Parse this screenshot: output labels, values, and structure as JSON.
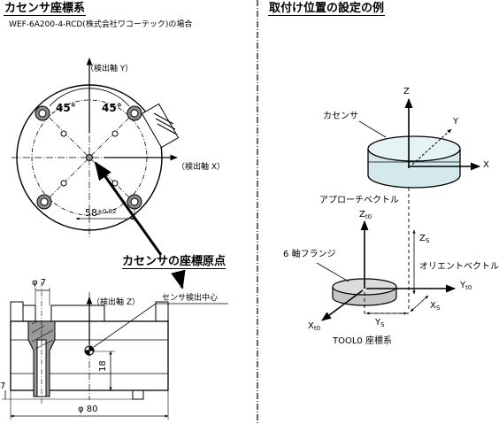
{
  "left": {
    "heading": "カセンサ座標系",
    "subtitle": "WEF-6A200-4-RCD(株式会社ワコーテック)の場合",
    "axis_y_label": "（検出軸 Y）",
    "axis_x_label": "（検出軸 X）",
    "axis_z_label": "（検出軸 Z）",
    "angle_left": "45°",
    "angle_right": "45°",
    "dim_58_value": "58",
    "dim_58_tol": "±0.02",
    "origin_label": "カセンサの座標原点",
    "sensor_center_label": "センサ検出中心",
    "dim_phi7": "φ 7",
    "dim_18": "18",
    "dim_7": "7",
    "dim_phi80": "φ 80"
  },
  "right": {
    "heading": "取付け位置の設定の例",
    "force_sensor_label": "カセンサ",
    "approach_vector_label": "アプローチベクトル",
    "flange_label": "6 軸フランジ",
    "orient_vector_label": "オリエントベクトル",
    "tool0_label": "TOOL0 座標系",
    "axis_z": "Z",
    "axis_y": "Y",
    "axis_x": "X",
    "zt0_main": "Z",
    "zt0_sub": "t0",
    "yt0_main": "Y",
    "yt0_sub": "t0",
    "xt0_main": "X",
    "xt0_sub": "t0",
    "zs_main": "Z",
    "zs_sub": "S",
    "ys_main": "Y",
    "ys_sub": "S",
    "xs_main": "X",
    "xs_sub": "S"
  },
  "colors": {
    "sensor_fill": "#d4e9ec",
    "flange_fill": "#d2d2d2",
    "hole_fill": "#8c8c8c",
    "line": "#000000"
  }
}
